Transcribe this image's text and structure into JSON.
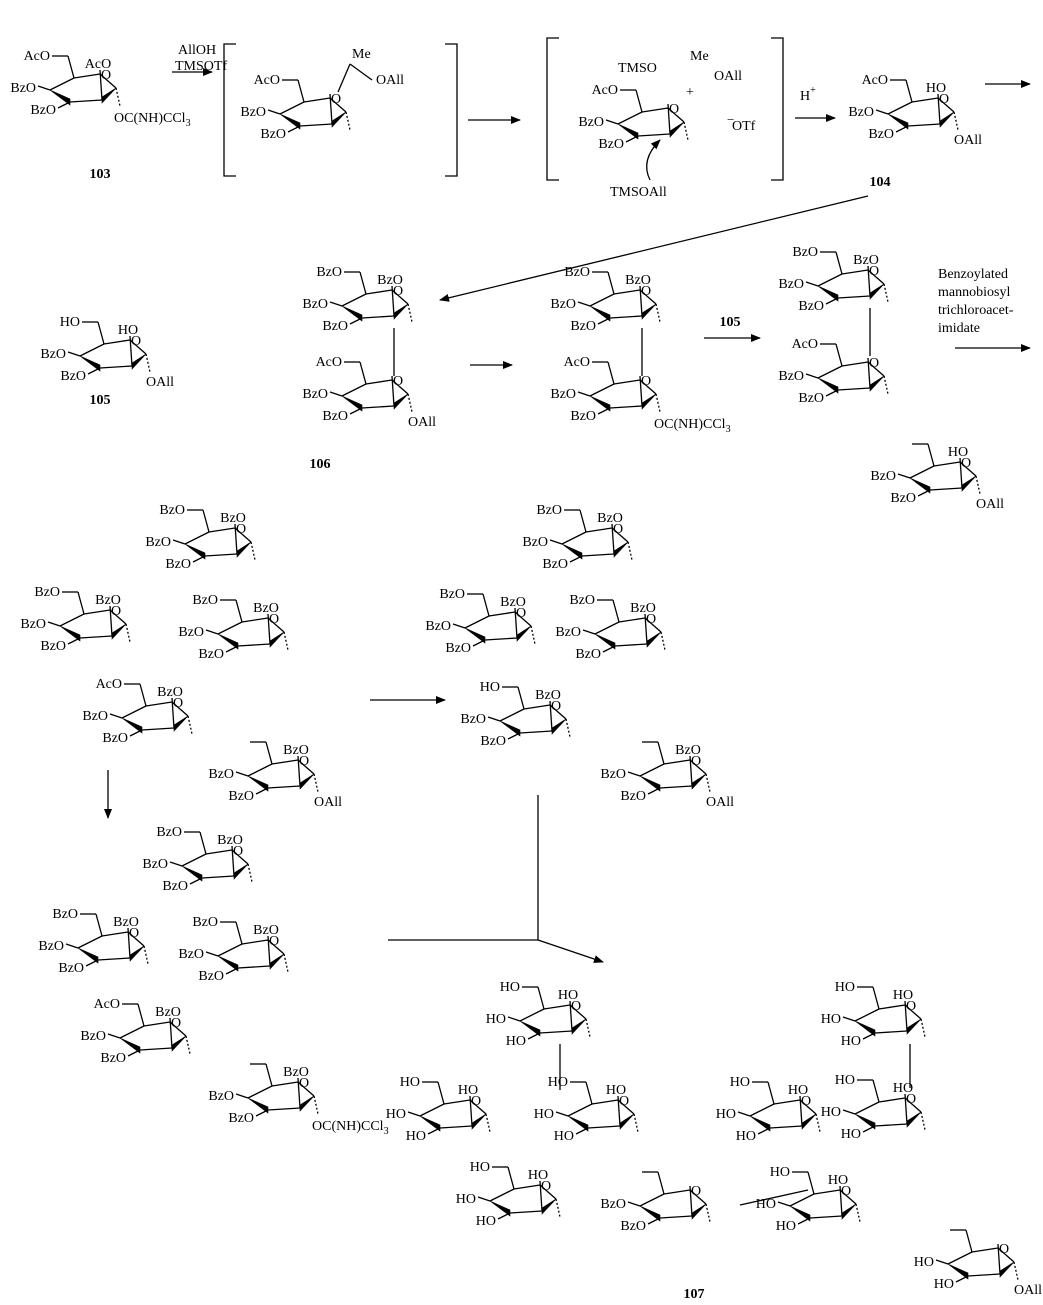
{
  "compound_labels": {
    "c103": "103",
    "c104": "104",
    "c105": "105",
    "c106": "106",
    "c107": "107"
  },
  "conditions": {
    "step1_line1": "AllOH",
    "step1_line2": "TMSOTf",
    "acid": "H",
    "acid_sup": "+",
    "reagent_105": "105",
    "donor_line1": "Benzoylated",
    "donor_line2": "mannobiosyl",
    "donor_line3": "trichloroacet-",
    "donor_line4": "imidate"
  },
  "groups": {
    "AcO": "AcO",
    "BzO": "BzO",
    "HO": "HO",
    "OAll": "OAll",
    "O": "O",
    "Me": "Me",
    "TMSO": "TMSO",
    "TMSOAll": "TMSOAll",
    "OTf": "OTf",
    "OTf_sup": "−",
    "plus": "+",
    "imidate": "OC(NH)CCl",
    "imidate_sub": "3"
  }
}
